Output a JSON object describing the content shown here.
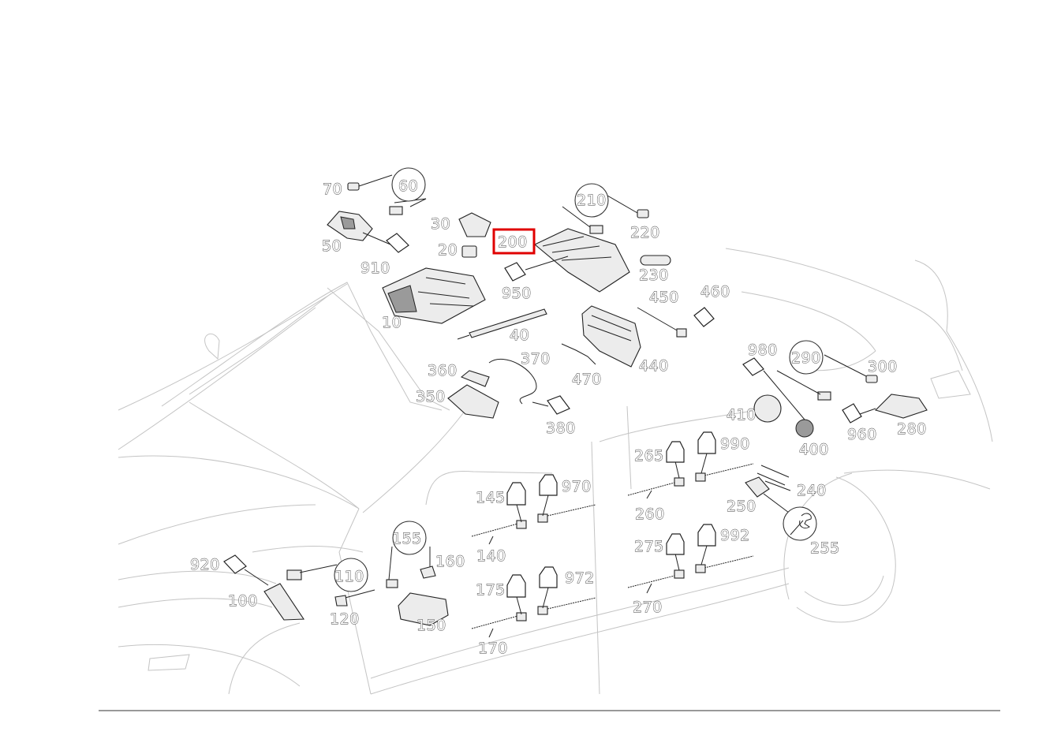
{
  "diagram": {
    "highlight_color": "#e00000",
    "highlighted_part": "200",
    "labels": {
      "p70": "70",
      "p60": "60",
      "p50": "50",
      "p910": "910",
      "p30": "30",
      "p20": "20",
      "p200": "200",
      "p210": "210",
      "p220": "220",
      "p230": "230",
      "p950": "950",
      "p10": "10",
      "p40": "40",
      "p450": "450",
      "p460": "460",
      "p370": "370",
      "p360": "360",
      "p350": "350",
      "p470": "470",
      "p440": "440",
      "p380": "380",
      "p980": "980",
      "p290": "290",
      "p300": "300",
      "p410": "410",
      "p400": "400",
      "p960": "960",
      "p280": "280",
      "p265": "265",
      "p990": "990",
      "p145": "145",
      "p970": "970",
      "p260": "260",
      "p240": "240",
      "p250": "250",
      "p255": "255",
      "p155": "155",
      "p160": "160",
      "p140": "140",
      "p275": "275",
      "p992": "992",
      "p920": "920",
      "p110": "110",
      "p100": "100",
      "p120": "120",
      "p150": "150",
      "p175": "175",
      "p972": "972",
      "p270": "270",
      "p170": "170"
    },
    "icons": [
      "connector-icon",
      "wrench-icon"
    ]
  }
}
